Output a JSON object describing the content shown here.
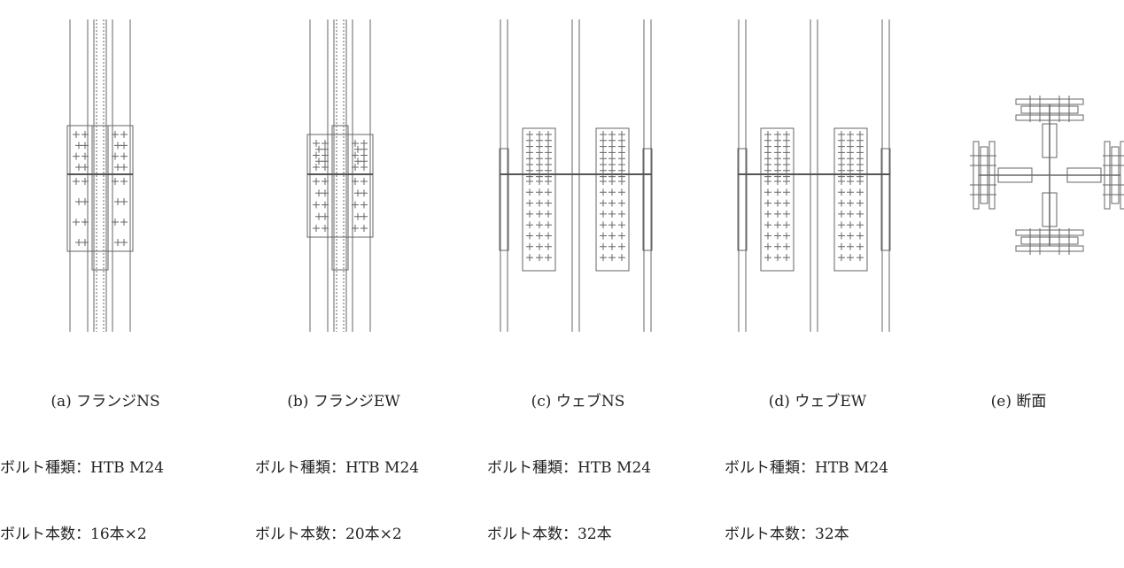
{
  "panels": [
    {
      "title": "(a) フランジNS",
      "bolt_type": "ボルト種類：HTB M24",
      "bolt_count": "ボルト本数：16本×2"
    },
    {
      "title": "(b) フランジEW",
      "bolt_type": "ボルト種類：HTB M24",
      "bolt_count": "ボルト本数：20本×2"
    },
    {
      "title": "(c) ウェブNS",
      "bolt_type": "ボルト種類：HTB M24",
      "bolt_count": "ボルト本数：32本"
    },
    {
      "title": "(d) ウェブEW",
      "bolt_type": "ボルト種類：HTB M24",
      "bolt_count": "ボルト本数：32本"
    },
    {
      "title": "(e) 断面"
    }
  ],
  "colors": {
    "line": "#666666",
    "weld": "#555555"
  }
}
